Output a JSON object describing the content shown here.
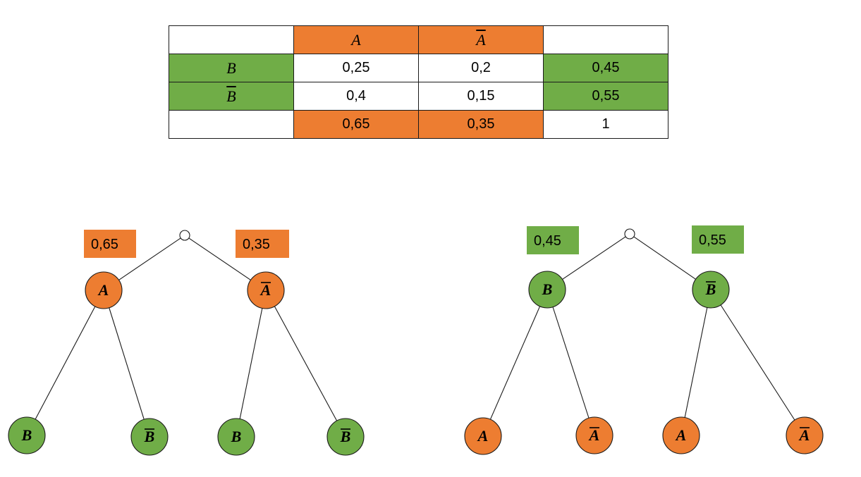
{
  "colors": {
    "orange": "#ED7D31",
    "green": "#70AD47",
    "white": "#FFFFFF",
    "line": "#1A1A1A"
  },
  "table": {
    "rows": [
      [
        {
          "text": "",
          "fill": "white",
          "math": false,
          "bar": false
        },
        {
          "text": "A",
          "fill": "orange",
          "math": true,
          "bar": false
        },
        {
          "text": "A",
          "fill": "orange",
          "math": true,
          "bar": true
        },
        {
          "text": "",
          "fill": "white",
          "math": false,
          "bar": false
        }
      ],
      [
        {
          "text": "B",
          "fill": "green",
          "math": true,
          "bar": false
        },
        {
          "text": "0,25",
          "fill": "white",
          "math": false,
          "bar": false
        },
        {
          "text": "0,2",
          "fill": "white",
          "math": false,
          "bar": false
        },
        {
          "text": "0,45",
          "fill": "green",
          "math": false,
          "bar": false
        }
      ],
      [
        {
          "text": "B",
          "fill": "green",
          "math": true,
          "bar": true
        },
        {
          "text": "0,4",
          "fill": "white",
          "math": false,
          "bar": false
        },
        {
          "text": "0,15",
          "fill": "white",
          "math": false,
          "bar": false
        },
        {
          "text": "0,55",
          "fill": "green",
          "math": false,
          "bar": false
        }
      ],
      [
        {
          "text": "",
          "fill": "white",
          "math": false,
          "bar": false
        },
        {
          "text": "0,65",
          "fill": "orange",
          "math": false,
          "bar": false
        },
        {
          "text": "0,35",
          "fill": "orange",
          "math": false,
          "bar": false
        },
        {
          "text": "1",
          "fill": "white",
          "math": false,
          "bar": false
        }
      ]
    ]
  },
  "trees": [
    {
      "first_level": [
        {
          "label": "A",
          "bar": false,
          "fill": "orange",
          "prob": "0,65",
          "prob_fill": "orange"
        },
        {
          "label": "A",
          "bar": true,
          "fill": "orange",
          "prob": "0,35",
          "prob_fill": "orange"
        }
      ],
      "second_level": [
        {
          "label": "B",
          "bar": false,
          "fill": "green"
        },
        {
          "label": "B",
          "bar": true,
          "fill": "green"
        },
        {
          "label": "B",
          "bar": false,
          "fill": "green"
        },
        {
          "label": "B",
          "bar": true,
          "fill": "green"
        }
      ]
    },
    {
      "first_level": [
        {
          "label": "B",
          "bar": false,
          "fill": "green",
          "prob": "0,45",
          "prob_fill": "green"
        },
        {
          "label": "B",
          "bar": true,
          "fill": "green",
          "prob": "0,55",
          "prob_fill": "green"
        }
      ],
      "second_level": [
        {
          "label": "A",
          "bar": false,
          "fill": "orange"
        },
        {
          "label": "A",
          "bar": true,
          "fill": "orange"
        },
        {
          "label": "A",
          "bar": false,
          "fill": "orange"
        },
        {
          "label": "A",
          "bar": true,
          "fill": "orange"
        }
      ]
    }
  ]
}
